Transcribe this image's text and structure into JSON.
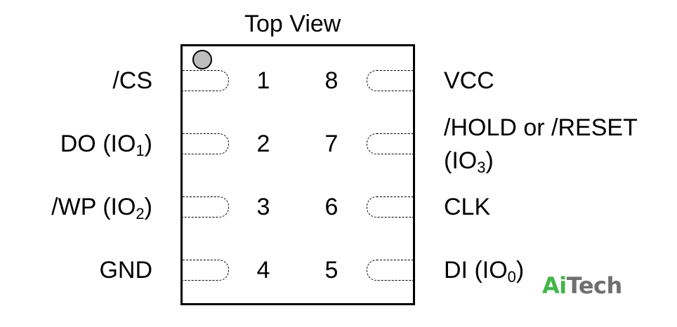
{
  "title": "Top View",
  "pins_left": [
    {
      "number": "1",
      "label": "/CS",
      "sub": "",
      "suffix": ""
    },
    {
      "number": "2",
      "label": "DO (IO",
      "sub": "1",
      "suffix": ")"
    },
    {
      "number": "3",
      "label": "/WP (IO",
      "sub": "2",
      "suffix": ")"
    },
    {
      "number": "4",
      "label": "GND",
      "sub": "",
      "suffix": ""
    }
  ],
  "pins_right": [
    {
      "number": "8",
      "label": "VCC",
      "sub": "",
      "suffix": ""
    },
    {
      "number": "7",
      "label_line1": "/HOLD or /RESET",
      "label_line2": "(IO",
      "sub": "3",
      "suffix": ")"
    },
    {
      "number": "6",
      "label": "CLK",
      "sub": "",
      "suffix": ""
    },
    {
      "number": "5",
      "label": "DI (IO",
      "sub": "0",
      "suffix": ")"
    }
  ],
  "logo": {
    "part1": "Ai",
    "part2": "Tech"
  },
  "colors": {
    "pin1_marker": "#bdbdbd",
    "logo_accent": "#43b649",
    "logo_text": "#6f6f6f"
  }
}
